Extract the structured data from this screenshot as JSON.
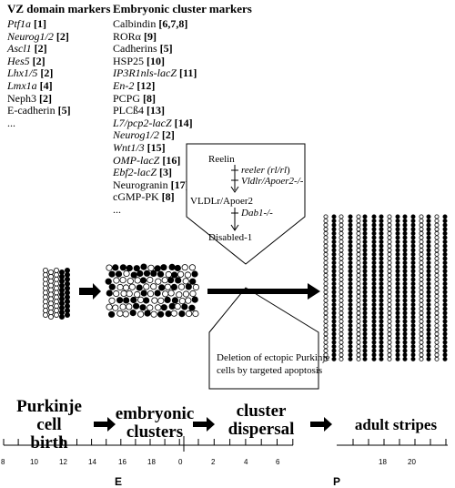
{
  "vz": {
    "title": "VZ domain markers",
    "items": [
      {
        "name": "Ptf1a",
        "ref": "[1]",
        "italic": true
      },
      {
        "name": "Neurog1/2",
        "ref": "[2]",
        "italic": true
      },
      {
        "name": "Ascl1",
        "ref": "[2]",
        "italic": true
      },
      {
        "name": "Hes5",
        "ref": "[2]",
        "italic": true
      },
      {
        "name": "Lhx1/5",
        "ref": "[2]",
        "italic": true
      },
      {
        "name": "Lmx1a",
        "ref": "[4]",
        "italic": true
      },
      {
        "name": "Neph3",
        "ref": "[2]",
        "italic": false
      },
      {
        "name": "E-cadherin",
        "ref": "[5]",
        "italic": false
      },
      {
        "name": "...",
        "ref": "",
        "italic": false
      }
    ]
  },
  "emb": {
    "title": "Embryonic cluster markers",
    "items": [
      {
        "name": "Calbindin",
        "ref": "[6,7,8]",
        "italic": false
      },
      {
        "name": "RORα",
        "ref": "[9]",
        "italic": false
      },
      {
        "name": "Cadherins",
        "ref": "[5]",
        "italic": false
      },
      {
        "name": "HSP25",
        "ref": "[10]",
        "italic": false
      },
      {
        "name": "IP3R1nls-lacZ",
        "ref": "[11]",
        "italic": true
      },
      {
        "name": "En-2",
        "ref": "[12]",
        "italic": true
      },
      {
        "name": "PCPG",
        "ref": "[8]",
        "italic": false
      },
      {
        "name": "PLCß4",
        "ref": "[13]",
        "italic": false
      },
      {
        "name": "L7/pcp2-lacZ",
        "ref": "[14]",
        "italic": true
      },
      {
        "name": "Neurog1/2",
        "ref": "[2]",
        "italic": true
      },
      {
        "name": "Wnt1/3",
        "ref": "[15]",
        "italic": true
      },
      {
        "name": "OMP-lacZ",
        "ref": "[16]",
        "italic": true
      },
      {
        "name": "Ebf2-lacZ",
        "ref": "[3]",
        "italic": true
      },
      {
        "name": "Neurogranin",
        "ref": "[17]",
        "italic": false
      },
      {
        "name": "cGMP-PK",
        "ref": "[8]",
        "italic": false
      },
      {
        "name": "...",
        "ref": "",
        "italic": false
      }
    ]
  },
  "pathway": {
    "reelin": "Reelin",
    "reeler_pre": "reeler (",
    "reeler_geno": "rl/rl",
    "reeler_post": ")",
    "vldlr_mut": "Vldlr/Apoer2-/-",
    "receptor": "VLDLr/Apoer2",
    "dab_mut": "Dab1-/-",
    "disabled": "Disabled-1"
  },
  "apoptosis": {
    "line1": "Deletion of ectopic Purkinje",
    "line2": "cells by targeted apoptosis"
  },
  "stages": {
    "s1_l1": "Purkinje cell",
    "s1_l2": "birth",
    "s2_l1": "embryonic",
    "s2_l2": "clusters",
    "s3_l1": "cluster",
    "s3_l2": "dispersal",
    "s4": "adult stripes"
  },
  "axis": {
    "e_ticks": [
      "8",
      "10",
      "12",
      "14",
      "16",
      "18"
    ],
    "p_ticks": [
      "0",
      "2",
      "4",
      "6"
    ],
    "adult_ticks": [
      "18",
      "20"
    ],
    "e_label": "E",
    "p_label": "P"
  }
}
